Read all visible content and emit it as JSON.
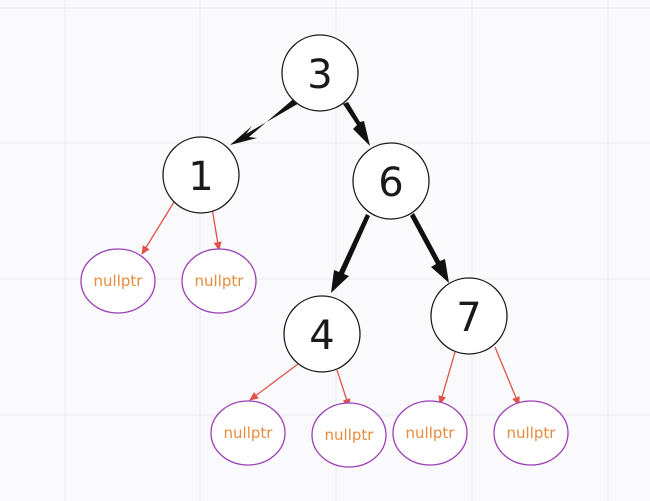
{
  "tree": {
    "nodes": [
      {
        "id": "n3",
        "label": "3"
      },
      {
        "id": "n1",
        "label": "1"
      },
      {
        "id": "n6",
        "label": "6"
      },
      {
        "id": "n4",
        "label": "4"
      },
      {
        "id": "n7",
        "label": "7"
      }
    ],
    "null_nodes": [
      {
        "id": "null-1-left",
        "label": "nullptr"
      },
      {
        "id": "null-1-right",
        "label": "nullptr"
      },
      {
        "id": "null-4-left",
        "label": "nullptr"
      },
      {
        "id": "null-4-right",
        "label": "nullptr"
      },
      {
        "id": "null-7-left",
        "label": "nullptr"
      },
      {
        "id": "null-7-right",
        "label": "nullptr"
      }
    ]
  },
  "colors": {
    "background": "#fafafc",
    "grid": "#e9e9ee",
    "node_stroke": "#1a1a1a",
    "node_fill": "#ffffff",
    "node_edge": "#111111",
    "null_stroke": "#9b3fb5",
    "null_text": "#e88a3a",
    "null_edge": "#e0524a"
  }
}
